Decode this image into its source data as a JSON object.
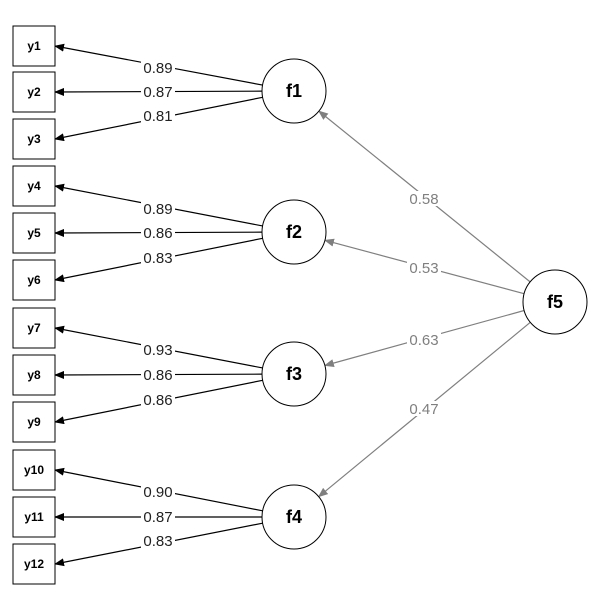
{
  "diagram": {
    "colors": {
      "first_order_edge": "#000000",
      "second_order_edge": "#7f7f7f",
      "first_order_label": "#222222",
      "second_order_label": "#7f7f7f"
    },
    "observed": [
      {
        "id": "y1",
        "label": "y1"
      },
      {
        "id": "y2",
        "label": "y2"
      },
      {
        "id": "y3",
        "label": "y3"
      },
      {
        "id": "y4",
        "label": "y4"
      },
      {
        "id": "y5",
        "label": "y5"
      },
      {
        "id": "y6",
        "label": "y6"
      },
      {
        "id": "y7",
        "label": "y7"
      },
      {
        "id": "y8",
        "label": "y8"
      },
      {
        "id": "y9",
        "label": "y9"
      },
      {
        "id": "y10",
        "label": "y10"
      },
      {
        "id": "y11",
        "label": "y11"
      },
      {
        "id": "y12",
        "label": "y12"
      }
    ],
    "latent": [
      {
        "id": "f1",
        "label": "f1"
      },
      {
        "id": "f2",
        "label": "f2"
      },
      {
        "id": "f3",
        "label": "f3"
      },
      {
        "id": "f4",
        "label": "f4"
      },
      {
        "id": "f5",
        "label": "f5"
      }
    ],
    "loadings": [
      {
        "from": "f1",
        "to": "y1",
        "value": "0.89"
      },
      {
        "from": "f1",
        "to": "y2",
        "value": "0.87"
      },
      {
        "from": "f1",
        "to": "y3",
        "value": "0.81"
      },
      {
        "from": "f2",
        "to": "y4",
        "value": "0.89"
      },
      {
        "from": "f2",
        "to": "y5",
        "value": "0.86"
      },
      {
        "from": "f2",
        "to": "y6",
        "value": "0.83"
      },
      {
        "from": "f3",
        "to": "y7",
        "value": "0.93"
      },
      {
        "from": "f3",
        "to": "y8",
        "value": "0.86"
      },
      {
        "from": "f3",
        "to": "y9",
        "value": "0.86"
      },
      {
        "from": "f4",
        "to": "y10",
        "value": "0.90"
      },
      {
        "from": "f4",
        "to": "y11",
        "value": "0.87"
      },
      {
        "from": "f4",
        "to": "y12",
        "value": "0.83"
      }
    ],
    "second_order": [
      {
        "from": "f5",
        "to": "f1",
        "value": "0.58"
      },
      {
        "from": "f5",
        "to": "f2",
        "value": "0.53"
      },
      {
        "from": "f5",
        "to": "f3",
        "value": "0.63"
      },
      {
        "from": "f5",
        "to": "f4",
        "value": "0.47"
      }
    ]
  }
}
